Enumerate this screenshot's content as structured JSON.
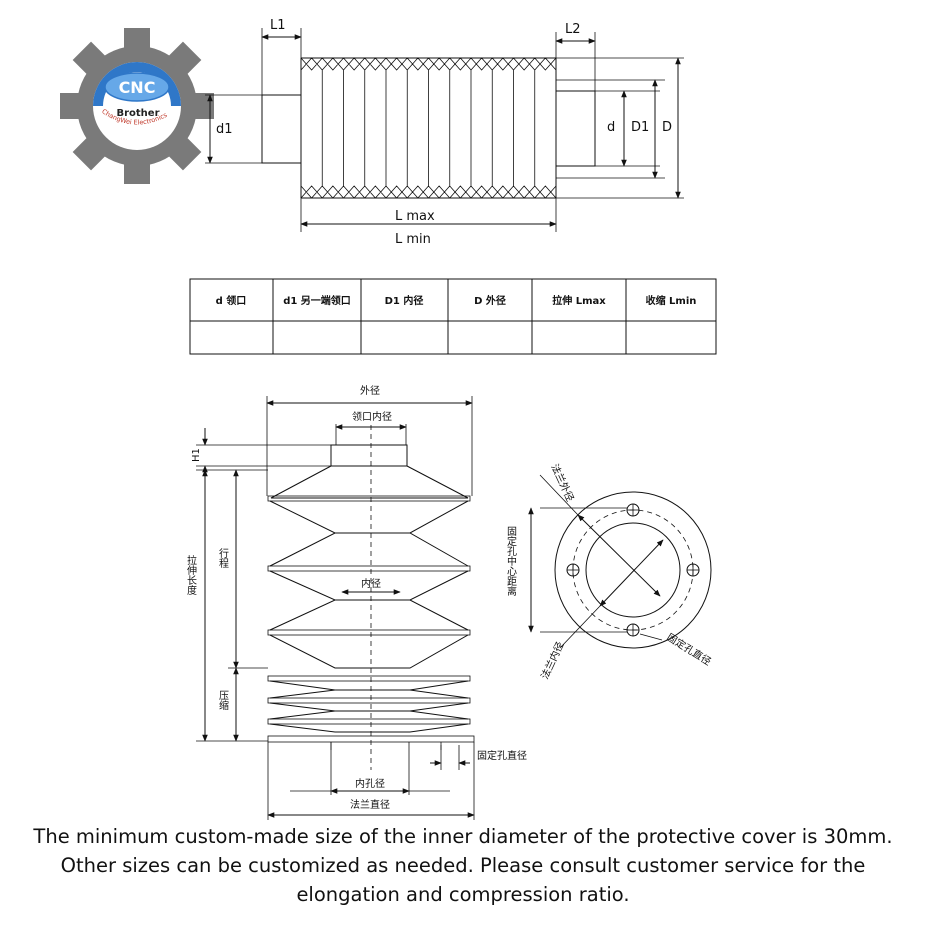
{
  "logo": {
    "mark_text": "CNC",
    "brand": "Brother",
    "arc_text": "ChangWei Electronics",
    "colors": {
      "gear": "#7a7a7a",
      "blue": "#2f77c8",
      "light_blue": "#66a8e8",
      "red": "#c0392b"
    }
  },
  "top_drawing": {
    "labels": {
      "L1": "L1",
      "L2": "L2",
      "d1": "d1",
      "d": "d",
      "D1": "D1",
      "D": "D",
      "Lmax": "L max",
      "Lmin": "L min"
    }
  },
  "spec_table": {
    "headers": [
      "d 领口",
      "d1 另一端领口",
      "D1 内径",
      "D 外径",
      "拉伸 Lmax",
      "收缩 Lmin"
    ],
    "values": [
      "",
      "",
      "",
      "",
      "",
      ""
    ]
  },
  "side_drawing": {
    "labels": {
      "outer_diameter": "外径",
      "collar_inner": "领口内径",
      "h1": "H1",
      "stroke": "行程",
      "stretch_length": "拉伸长度",
      "inner_diameter": "内径",
      "compress": "压缩",
      "fix_hole_diameter": "固定孔直径",
      "inner_hole": "内孔径",
      "flange_diameter": "法兰直径"
    }
  },
  "flange_drawing": {
    "labels": {
      "flange_outer": "法兰外径",
      "hole_center_distance": "固定孔中心距离",
      "flange_inner": "法兰内径",
      "fix_hole_diameter": "固定孔直径"
    }
  },
  "caption": "The minimum custom-made size of the inner diameter of the protective cover is 30mm. Other sizes can be customized as needed. Please consult customer service for the elongation and compression ratio."
}
